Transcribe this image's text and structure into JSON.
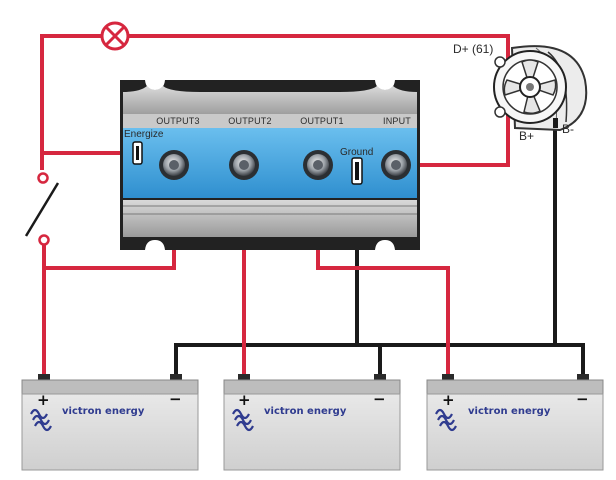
{
  "isolator": {
    "ports": [
      {
        "id": "output3",
        "label": "OUTPUT3"
      },
      {
        "id": "output2",
        "label": "OUTPUT2"
      },
      {
        "id": "output1",
        "label": "OUTPUT1"
      },
      {
        "id": "input",
        "label": "INPUT"
      }
    ],
    "energize_label": "Energize",
    "ground_label": "Ground"
  },
  "alternator": {
    "d_plus_label": "D+ (61)",
    "b_plus_label": "B+",
    "b_minus_label": "B-"
  },
  "batteries": [
    {
      "brand": "victron energy",
      "plus": "+",
      "minus": "−"
    },
    {
      "brand": "victron energy",
      "plus": "+",
      "minus": "−"
    },
    {
      "brand": "victron energy",
      "plus": "+",
      "minus": "−"
    }
  ],
  "colors": {
    "positive_wire": "#d6273f",
    "negative_wire": "#1a1a1a",
    "isolator_body": "#4aa6e0",
    "isolator_frame": "#222222",
    "battery_body": "#dcdcdc",
    "battery_lid": "#bdbdbd"
  },
  "icons": {
    "lamp": "lamp-icon",
    "switch": "switch-icon",
    "alternator": "alternator-icon",
    "victron_logo": "victron-logo-icon"
  }
}
